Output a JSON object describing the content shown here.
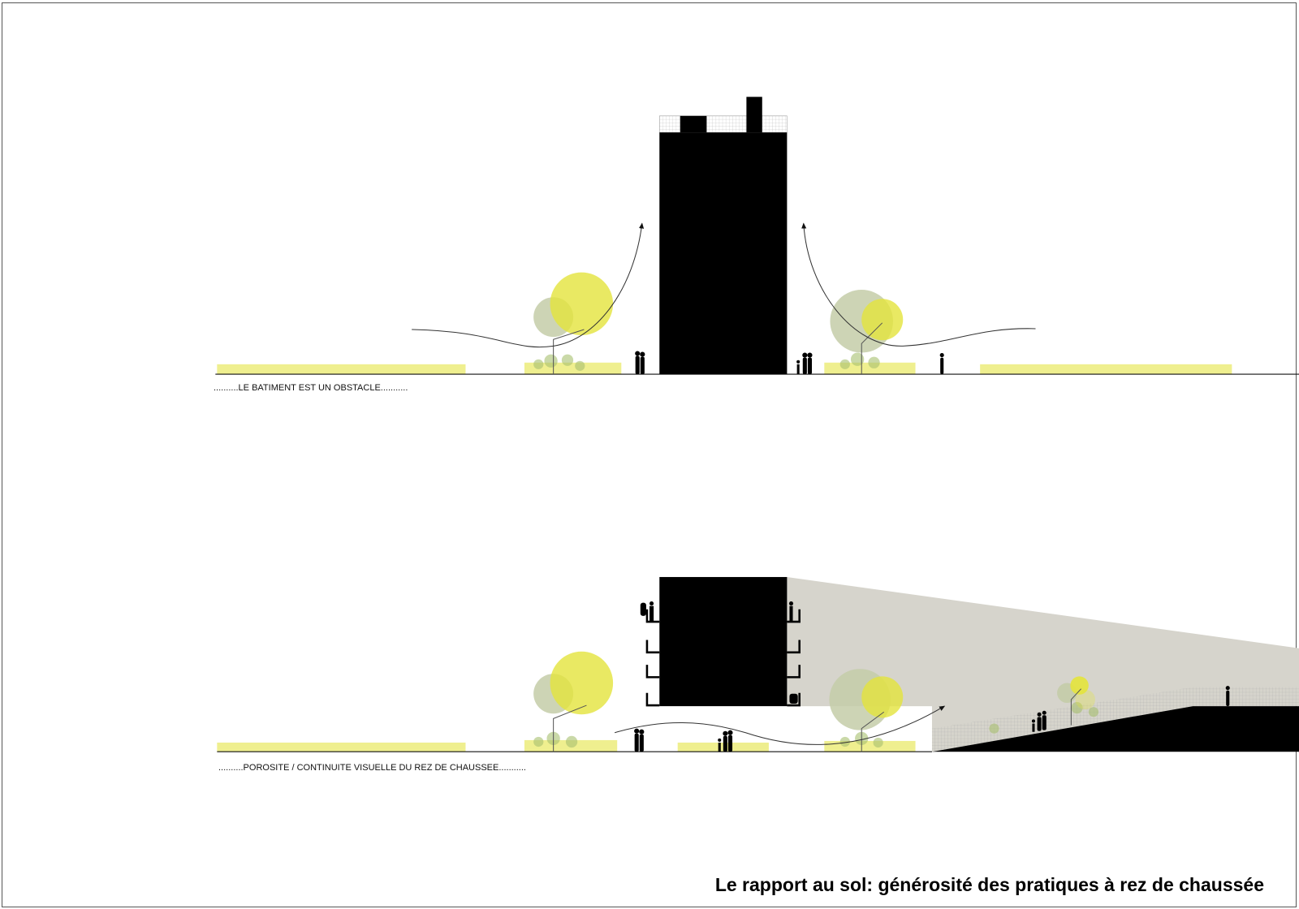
{
  "title": "Le rapport au sol: générosité des pratiques à rez de chaussée",
  "sections": [
    {
      "caption": "..........LE BATIMENT EST UN OBSTACLE..........."
    },
    {
      "caption": "..........POROSITE / CONTINUITE VISUELLE DU REZ DE CHAUSSEE..........."
    }
  ],
  "colors": {
    "tree_yellow": "#e4e43c",
    "tree_green": "#c4cca8",
    "shadow_gray": "#d6d4cc",
    "grass": "#e8e860"
  }
}
